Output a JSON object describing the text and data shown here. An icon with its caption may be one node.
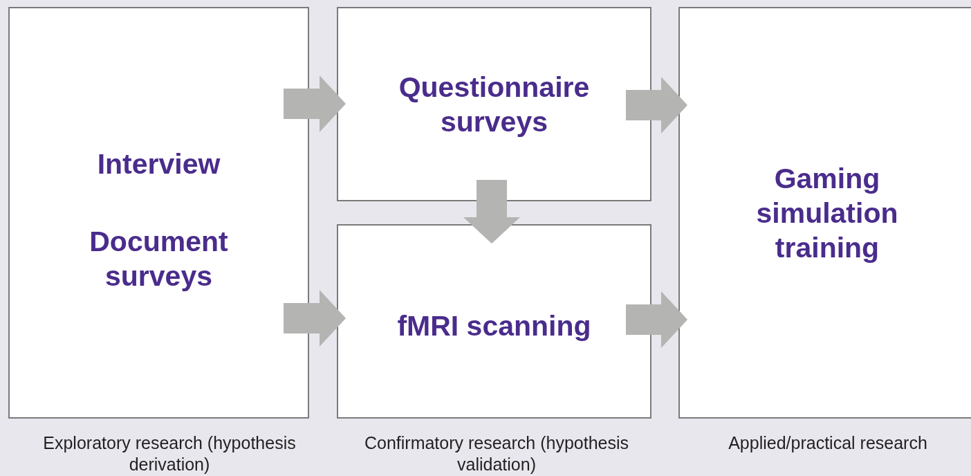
{
  "diagram": {
    "nodes": [
      {
        "text": [
          "Interview",
          "Document surveys"
        ]
      },
      {
        "text": [
          "Questionnaire surveys"
        ]
      },
      {
        "text": [
          "fMRI scanning"
        ]
      },
      {
        "text": [
          "Gaming simulation training"
        ]
      }
    ],
    "edges": [
      {
        "from": 0,
        "to": 1,
        "arrow": "to"
      },
      {
        "from": 0,
        "to": 2,
        "arrow": "to"
      },
      {
        "from": 1,
        "to": 2,
        "arrow": "to"
      },
      {
        "from": 1,
        "to": 3,
        "arrow": "to"
      },
      {
        "from": 2,
        "to": 3,
        "arrow": "to"
      }
    ],
    "labels": [
      "Exploratory research (hypothesis derivation)",
      "Confirmatory research (hypothesis validation)",
      "Applied/practical research"
    ]
  }
}
